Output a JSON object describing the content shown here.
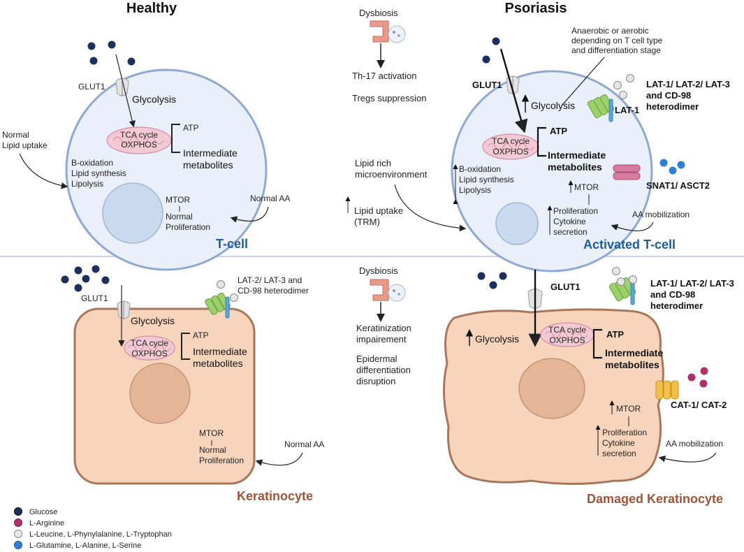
{
  "headings": {
    "healthy": "Healthy",
    "psoriasis": "Psoriasis"
  },
  "cells": {
    "tcell": "T-cell",
    "activated_tcell": "Activated T-cell",
    "keratinocyte": "Keratinocyte",
    "damaged_keratinocyte": "Damaged Keratinocyte"
  },
  "healthy_tcell": {
    "glut": "GLUT1",
    "glycolysis": "Glycolysis",
    "tca": "TCA cycle",
    "oxphos": "OXPHOS",
    "atp": "ATP",
    "intermediate_1": "Intermediate",
    "intermediate_2": "metabolites",
    "lipid_1": "B-oxidation",
    "lipid_2": "Lipid synthesis",
    "lipid_3": "Lipolysis",
    "mtor": "MTOR",
    "prolif_1": "Normal",
    "prolif_2": "Proliferation",
    "normal_lipid_1": "Normal",
    "normal_lipid_2": "Lipid uptake",
    "normal_aa": "Normal AA"
  },
  "center_top": {
    "dysbiosis": "Dysbiosis",
    "th17": "Th-17 activation",
    "tregs": "Tregs suppression",
    "lipid_rich_1": "Lipid rich",
    "lipid_rich_2": "microenvironment",
    "lipid_uptake_1": "Lipid uptake",
    "lipid_uptake_2": "(TRM)"
  },
  "psoriasis_tcell": {
    "note_1": "Anaerobic or aerobic",
    "note_2": "depending on T cell type",
    "note_3": "and differentiation stage",
    "glut": "GLUT1",
    "glycolysis": "Glycolysis",
    "tca": "TCA cycle",
    "oxphos": "OXPHOS",
    "atp": "ATP",
    "intermediate_1": "Intermediate",
    "intermediate_2": "metabolites",
    "lipid_1": "B-oxidation",
    "lipid_2": "Lipid synthesis",
    "lipid_3": "Lipolysis",
    "mtor": "MTOR",
    "prolif_1": "Proliferation",
    "prolif_2": "Cytokine",
    "prolif_3": "secretion",
    "lat1": "LAT-1",
    "lat_label_1": "LAT-1/ LAT-2/ LAT-3",
    "lat_label_2": "and CD-98",
    "lat_label_3": "heterodimer",
    "snat": "SNAT1/ ASCT2",
    "aa_mob": "AA mobilization"
  },
  "healthy_kera": {
    "glut": "GLUT1",
    "lat_1": "LAT-2/ LAT-3 and",
    "lat_2": "CD-98 heterodimer",
    "glycolysis": "Glycolysis",
    "tca": "TCA cycle",
    "oxphos": "OXPHOS",
    "atp": "ATP",
    "intermediate_1": "Intermediate",
    "intermediate_2": "metabolites",
    "mtor": "MTOR",
    "prolif_1": "Normal",
    "prolif_2": "Proliferation",
    "normal_aa": "Normal AA"
  },
  "center_bottom": {
    "dysbiosis": "Dysbiosis",
    "kerat_1": "Keratinization",
    "kerat_2": "impairement",
    "epi_1": "Epidermal",
    "epi_2": "differentiation",
    "epi_3": "disruption"
  },
  "damaged_kera": {
    "glut": "GLUT1",
    "lat_1": "LAT-1/ LAT-2/ LAT-3",
    "lat_2": "and CD-98",
    "lat_3": "heterodimer",
    "glycolysis": "Glycolysis",
    "tca": "TCA cycle",
    "oxphos": "OXPHOS",
    "atp": "ATP",
    "intermediate_1": "Intermediate",
    "intermediate_2": "metabolites",
    "mtor": "MTOR",
    "prolif_1": "Proliferation",
    "prolif_2": "Cytokine",
    "prolif_3": "secretion",
    "cat": "CAT-1/ CAT-2",
    "aa_mob": "AA mobilization"
  },
  "legend": [
    {
      "label": "Glucose",
      "color": "#1d2f5e"
    },
    {
      "label": "L-Arginine",
      "color": "#b0306e"
    },
    {
      "label": "L-Leucine, L-Phynylalanine, L-Tryptophan",
      "color": "#e6e6e6"
    },
    {
      "label": "L-Glutamine, L-Alanine, L-Serine",
      "color": "#2f7fd6"
    }
  ],
  "colors": {
    "tcell_fill": "#e9f0fa",
    "tcell_stroke": "#8fa8d4",
    "kera_fill": "#f7d5bd",
    "kera_stroke": "#a9765a",
    "glucose": "#1d2f5e"
  }
}
